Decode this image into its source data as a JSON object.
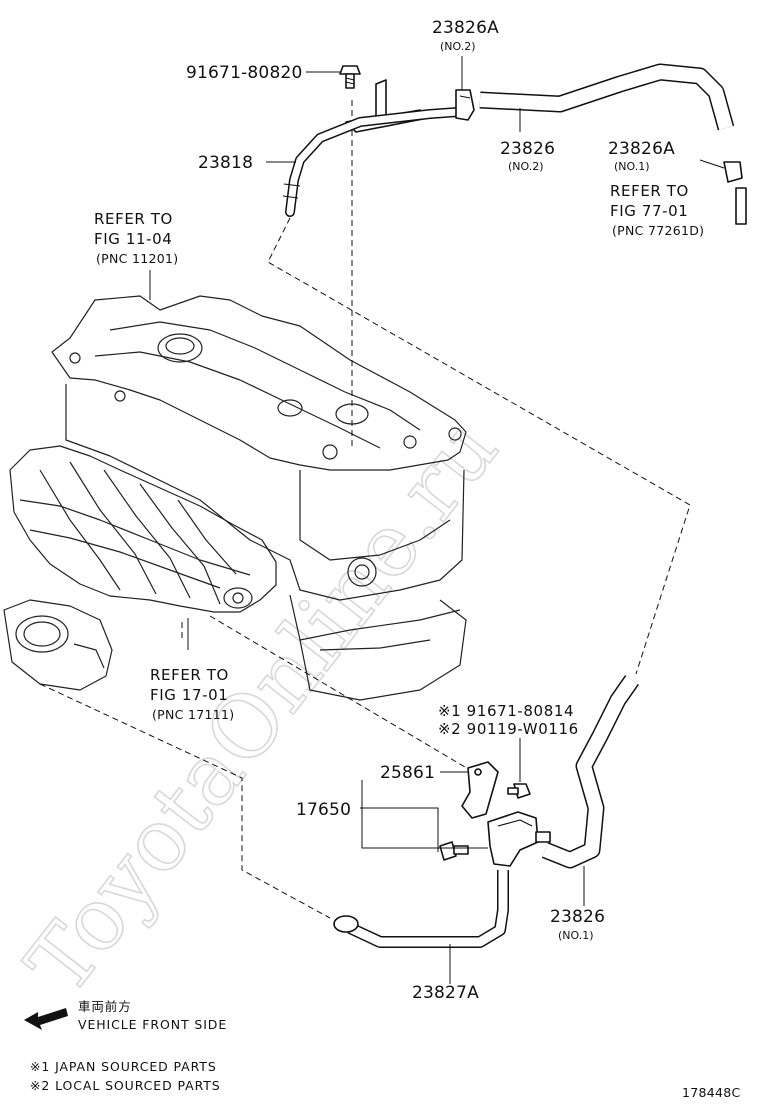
{
  "parts": {
    "p9167180820": "91671-80820",
    "p23826A_top": "23826A",
    "p23826A_top_sub": "(NO.2)",
    "p23826_no2": "23826",
    "p23826_no2_sub": "(NO.2)",
    "p23826A_no1": "23826A",
    "p23826A_no1_sub": "(NO.1)",
    "p23818": "23818",
    "p25861": "25861",
    "p17650": "17650",
    "p23826_no1": "23826",
    "p23826_no1_sub": "(NO.1)",
    "p23827A": "23827A",
    "p9167180814": "※1 91671-80814",
    "p90119W0116": "※2 90119-W0116"
  },
  "refs": {
    "fig7701_line1": "REFER TO",
    "fig7701_line2": "FIG 77-01",
    "fig7701_pnc": "(PNC 77261D)",
    "fig1104_line1": "REFER TO",
    "fig1104_line2": "FIG 11-04",
    "fig1104_pnc": "(PNC 11201)",
    "fig1701_line1": "REFER TO",
    "fig1701_line2": "FIG 17-01",
    "fig1701_pnc": "(PNC 17111)"
  },
  "legend": {
    "front_jp": "車両前方",
    "front_en": "VEHICLE FRONT SIDE",
    "note1": "※1 JAPAN SOURCED PARTS",
    "note2": "※2 LOCAL SOURCED PARTS"
  },
  "diagram_id": "178448C",
  "watermark": "ToyotaOnline.ru"
}
